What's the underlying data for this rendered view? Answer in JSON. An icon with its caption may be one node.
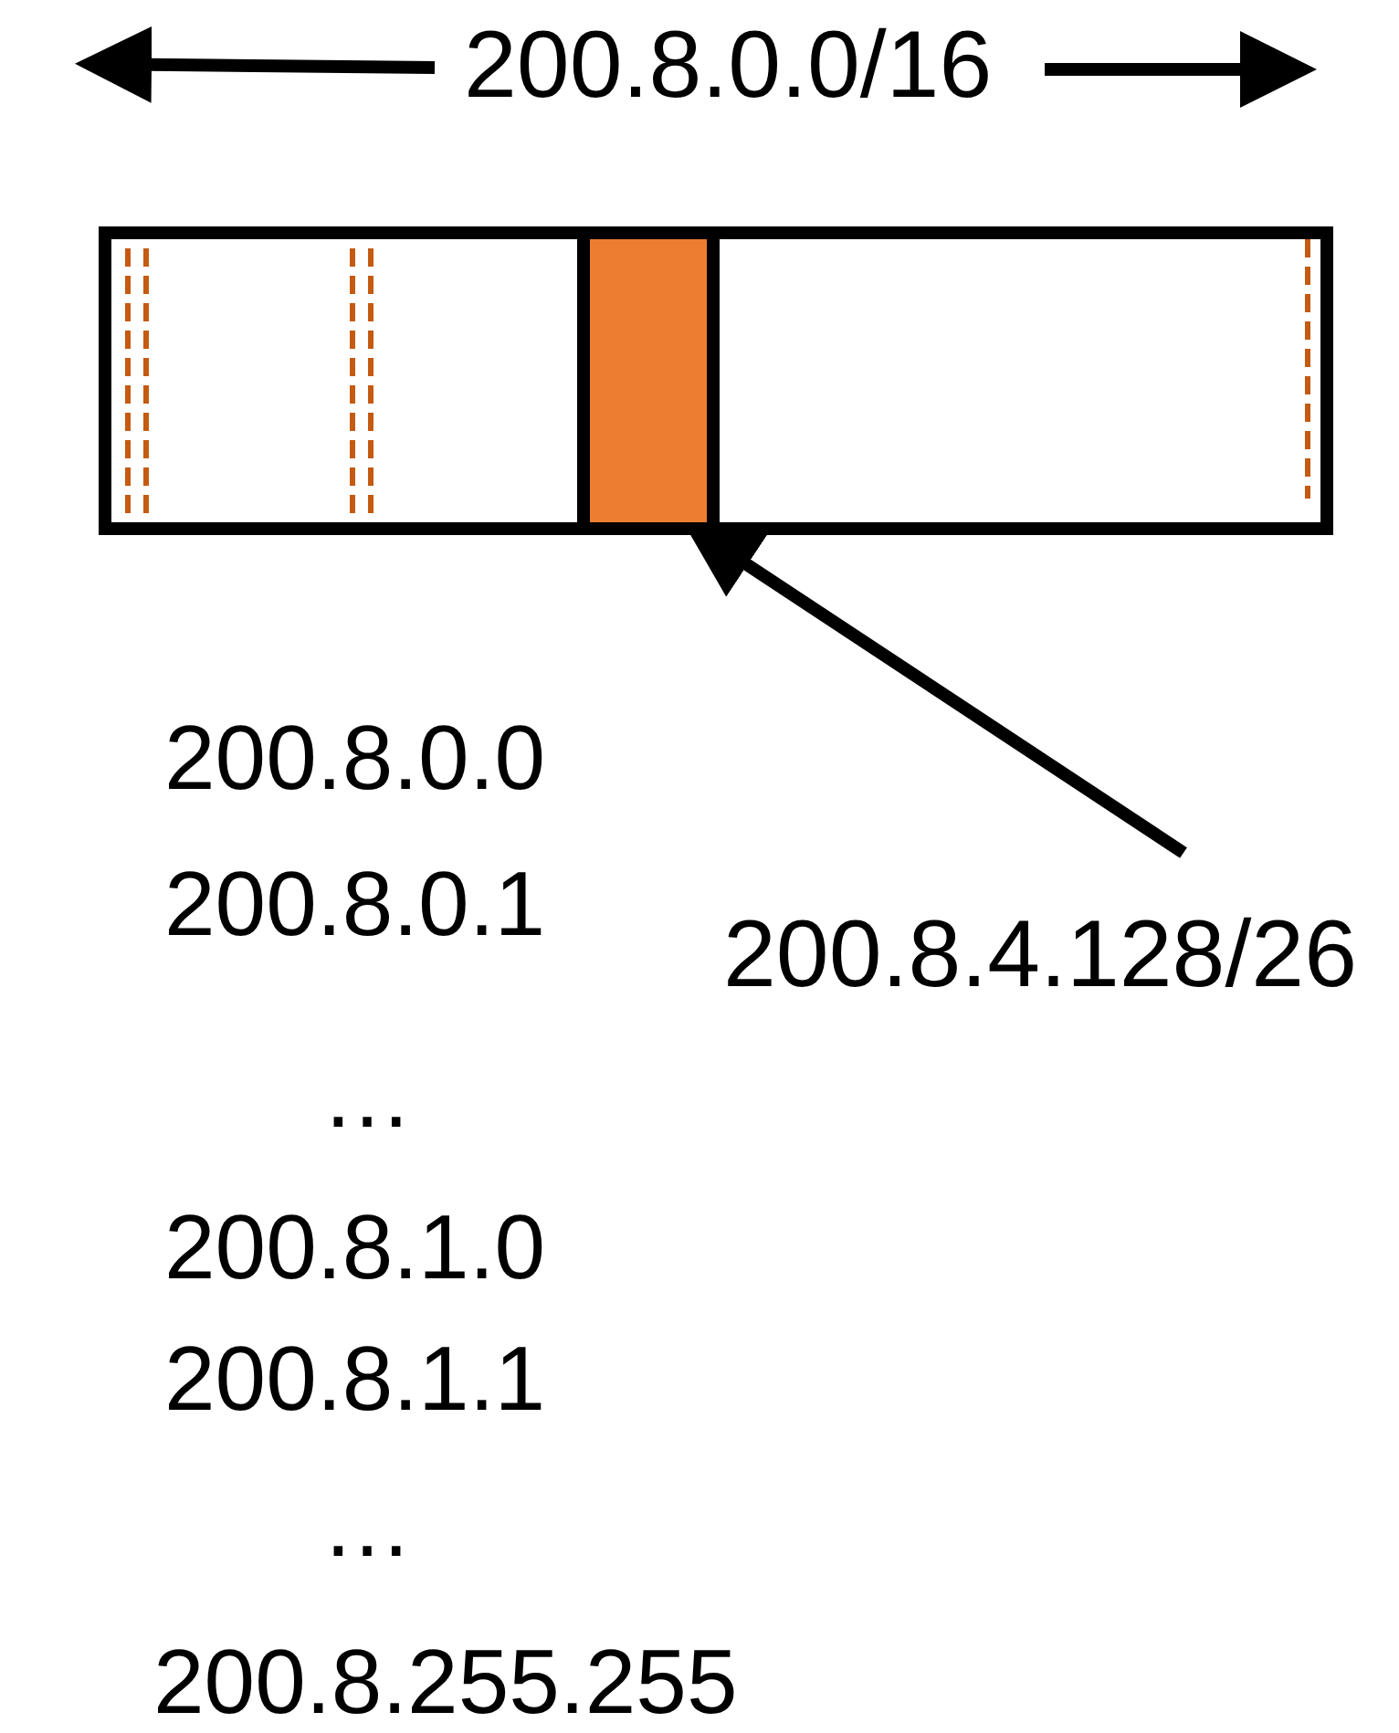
{
  "diagram": {
    "nodes": [
      {
        "text": [],
        "shape": "bar"
      },
      {
        "text": [],
        "shape": "box",
        "in": 0
      },
      {
        "text": [
          "200.8.4.128/26"
        ]
      }
    ],
    "edges": [
      {
        "from": 2,
        "to": 1,
        "arrow": "to"
      }
    ],
    "labels": [
      "200.8.0.0/16",
      "200.8.0.0",
      "200.8.0.1",
      "…",
      "200.8.1.0",
      "200.8.1.1",
      "…",
      "200.8.255.255"
    ]
  }
}
